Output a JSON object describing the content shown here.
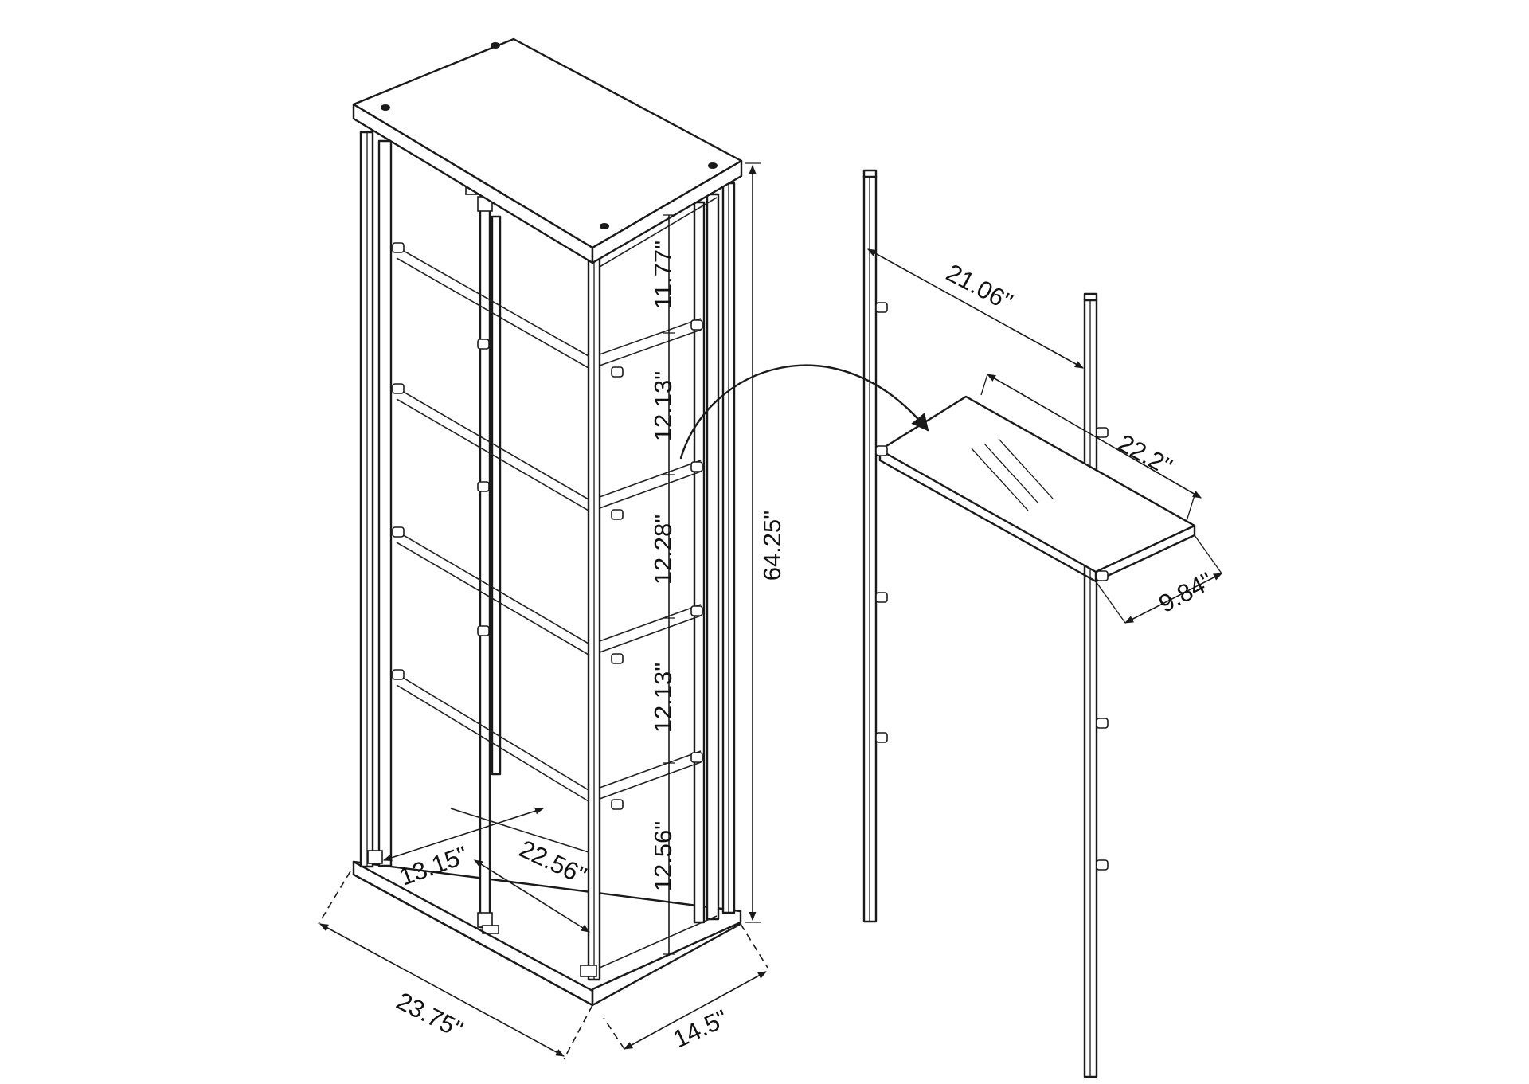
{
  "diagram": {
    "cabinet": {
      "dimensions": {
        "overall_height": "64.25\"",
        "width": "23.75\"",
        "depth": "14.5\"",
        "inner_width": "22.56\"",
        "inner_depth": "13.15\""
      },
      "shelf_spacing": [
        "11.77\"",
        "12.13\"",
        "12.28\"",
        "12.13\"",
        "12.56\""
      ]
    },
    "shelf_detail": {
      "upright_spacing": "21.06\"",
      "shelf_length": "22.2\"",
      "shelf_depth": "9.84\""
    }
  }
}
